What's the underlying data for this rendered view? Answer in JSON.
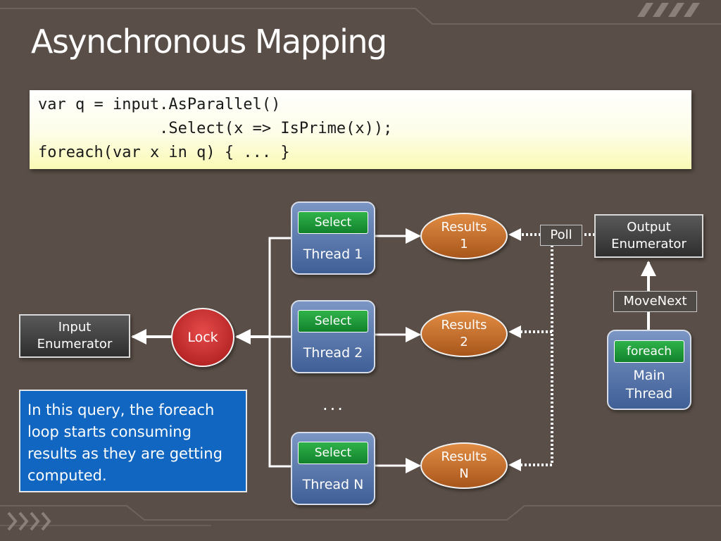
{
  "slide": {
    "title": "Asynchronous Mapping",
    "code_lines": [
      "var q = input.AsParallel()",
      "             .Select(x => IsPrime(x));",
      "foreach(var x in q) { ... }"
    ],
    "threads": [
      {
        "select_label": "Select",
        "name": "Thread 1"
      },
      {
        "select_label": "Select",
        "name": "Thread 2"
      },
      {
        "select_label": "Select",
        "name": "Thread N"
      }
    ],
    "ellipsis": "...",
    "results": [
      {
        "line1": "Results",
        "line2": "1"
      },
      {
        "line1": "Results",
        "line2": "2"
      },
      {
        "line1": "Results",
        "line2": "N"
      }
    ],
    "lock_label": "Lock",
    "input_enumerator": {
      "line1": "Input",
      "line2": "Enumerator"
    },
    "output_enumerator": {
      "line1": "Output",
      "line2": "Enumerator"
    },
    "poll_label": "Poll",
    "movenext_label": "MoveNext",
    "main_thread": {
      "foreach_label": "foreach",
      "line1": "Main",
      "line2": "Thread"
    },
    "note_text": "In this query, the foreach loop starts consuming results as they are getting computed.",
    "colors": {
      "background": "#5a4f48",
      "thread_blue": "#4f6fa8",
      "select_green": "#1a9a3a",
      "results_orange": "#c4702e",
      "lock_red": "#c62828",
      "enumerator_dark": "#3a3a3a",
      "note_blue": "#1066c0"
    }
  }
}
